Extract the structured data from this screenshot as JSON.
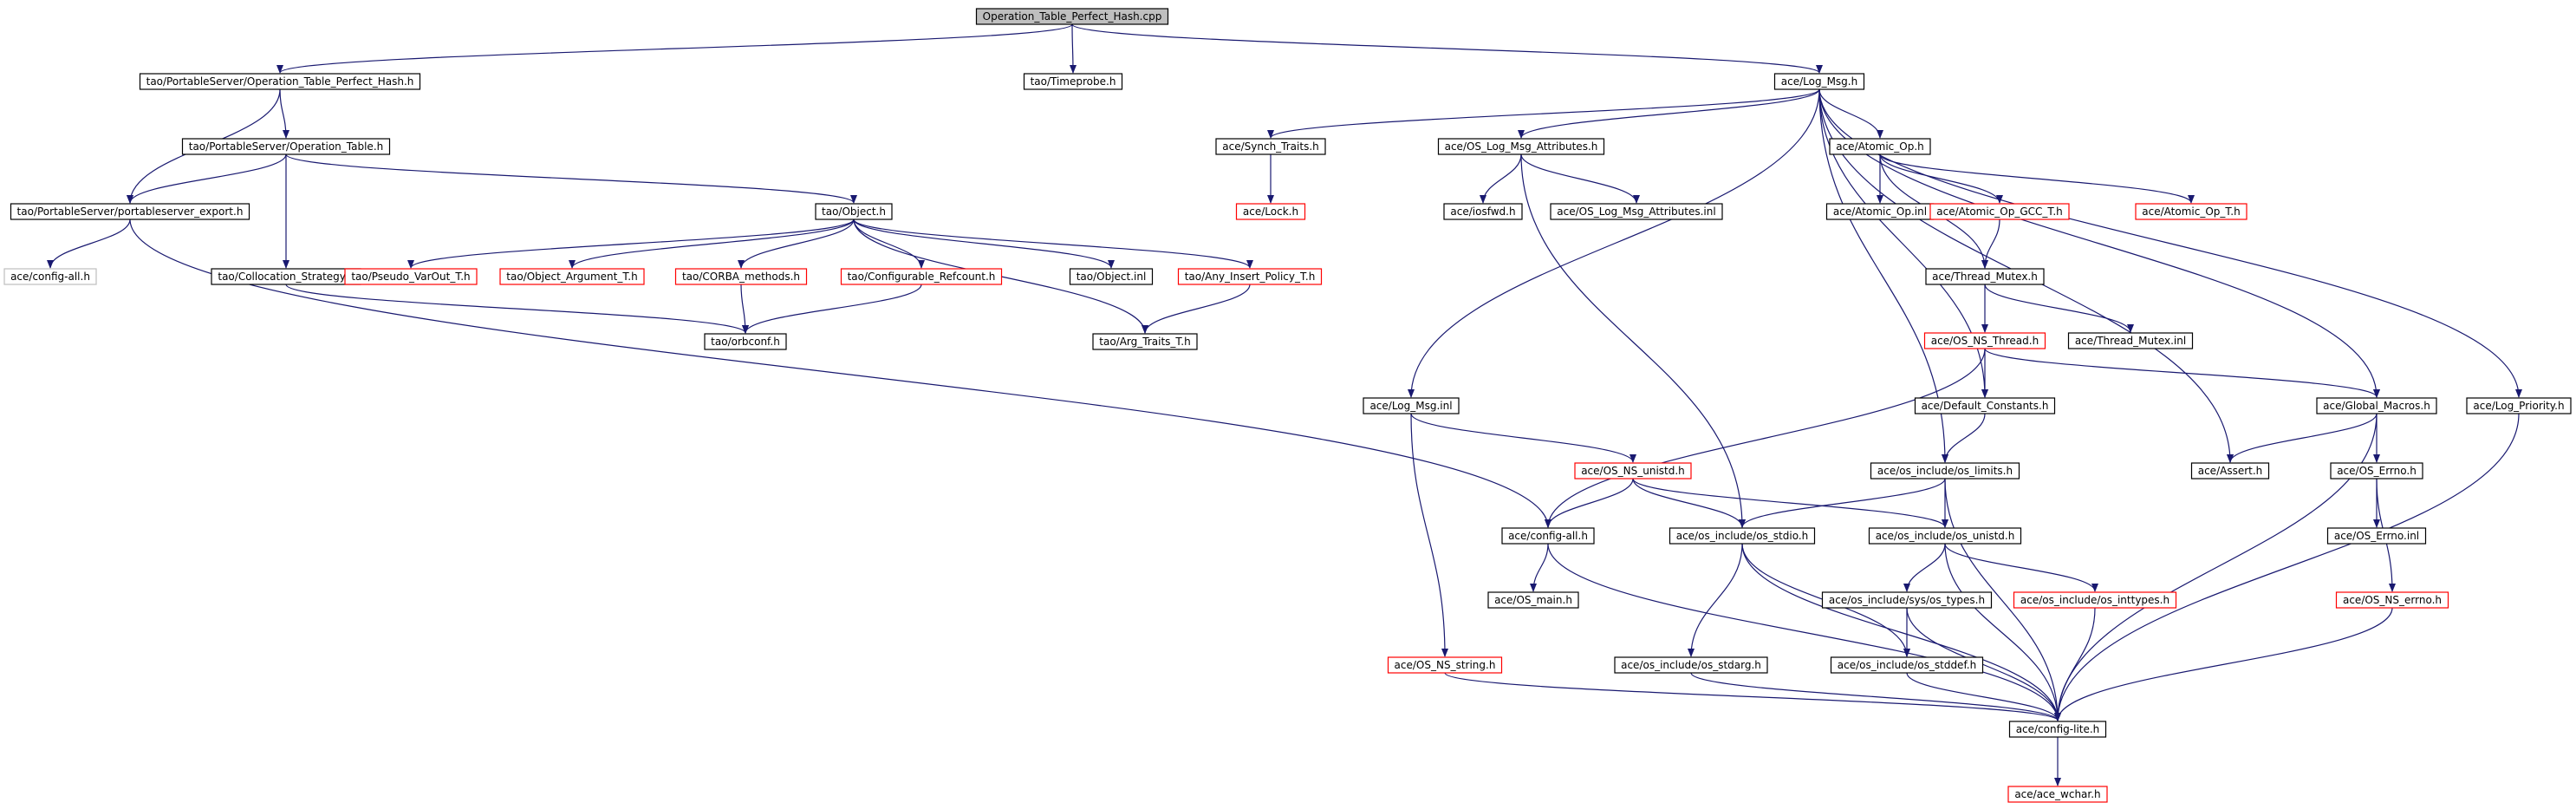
{
  "colors": {
    "edge": "#191970",
    "normal_border": "#000000",
    "truncated_border": "#ff0000",
    "missing_border": "#bfbfbf",
    "root_fill": "#bfbfbf",
    "fill": "#ffffff"
  },
  "nodes": [
    {
      "id": "root",
      "label": "Operation_Table_Perfect_Hash.cpp",
      "style": "root"
    },
    {
      "id": "ps_opt_ph",
      "label": "tao/PortableServer/Operation_Table_Perfect_Hash.h",
      "style": "normal"
    },
    {
      "id": "timeprobe",
      "label": "tao/Timeprobe.h",
      "style": "normal"
    },
    {
      "id": "log_msg",
      "label": "ace/Log_Msg.h",
      "style": "normal"
    },
    {
      "id": "ps_opt",
      "label": "tao/PortableServer/Operation_Table.h",
      "style": "normal"
    },
    {
      "id": "ps_export",
      "label": "tao/PortableServer/portableserver_export.h",
      "style": "normal"
    },
    {
      "id": "config_all_h",
      "label": "ace/config-all.h",
      "style": "missing"
    },
    {
      "id": "collocation",
      "label": "tao/Collocation_Strategy.h",
      "style": "normal"
    },
    {
      "id": "object_h",
      "label": "tao/Object.h",
      "style": "normal"
    },
    {
      "id": "pseudo_varout",
      "label": "tao/Pseudo_VarOut_T.h",
      "style": "truncated"
    },
    {
      "id": "object_argument",
      "label": "tao/Object_Argument_T.h",
      "style": "truncated"
    },
    {
      "id": "corba_methods",
      "label": "tao/CORBA_methods.h",
      "style": "truncated"
    },
    {
      "id": "configurable_refcount",
      "label": "tao/Configurable_Refcount.h",
      "style": "truncated"
    },
    {
      "id": "object_inl",
      "label": "tao/Object.inl",
      "style": "normal"
    },
    {
      "id": "any_insert",
      "label": "tao/Any_Insert_Policy_T.h",
      "style": "truncated"
    },
    {
      "id": "orbconf",
      "label": "tao/orbconf.h",
      "style": "normal"
    },
    {
      "id": "arg_traits",
      "label": "tao/Arg_Traits_T.h",
      "style": "normal"
    },
    {
      "id": "synch_traits",
      "label": "ace/Synch_Traits.h",
      "style": "normal"
    },
    {
      "id": "lock_h",
      "label": "ace/Lock.h",
      "style": "truncated"
    },
    {
      "id": "os_log_attr",
      "label": "ace/OS_Log_Msg_Attributes.h",
      "style": "normal"
    },
    {
      "id": "iosfwd",
      "label": "ace/iosfwd.h",
      "style": "normal"
    },
    {
      "id": "os_log_attr_inl",
      "label": "ace/OS_Log_Msg_Attributes.inl",
      "style": "normal"
    },
    {
      "id": "atomic_op",
      "label": "ace/Atomic_Op.h",
      "style": "normal"
    },
    {
      "id": "atomic_op_inl",
      "label": "ace/Atomic_Op.inl",
      "style": "normal"
    },
    {
      "id": "atomic_gcc",
      "label": "ace/Atomic_Op_GCC_T.h",
      "style": "truncated"
    },
    {
      "id": "atomic_op_t",
      "label": "ace/Atomic_Op_T.h",
      "style": "truncated"
    },
    {
      "id": "thread_mutex",
      "label": "ace/Thread_Mutex.h",
      "style": "normal"
    },
    {
      "id": "os_ns_thread",
      "label": "ace/OS_NS_Thread.h",
      "style": "truncated"
    },
    {
      "id": "thread_mutex_inl",
      "label": "ace/Thread_Mutex.inl",
      "style": "normal"
    },
    {
      "id": "log_msg_inl",
      "label": "ace/Log_Msg.inl",
      "style": "normal"
    },
    {
      "id": "default_constants",
      "label": "ace/Default_Constants.h",
      "style": "normal"
    },
    {
      "id": "global_macros",
      "label": "ace/Global_Macros.h",
      "style": "normal"
    },
    {
      "id": "log_priority",
      "label": "ace/Log_Priority.h",
      "style": "normal"
    },
    {
      "id": "os_ns_unistd",
      "label": "ace/OS_NS_unistd.h",
      "style": "truncated"
    },
    {
      "id": "os_limits",
      "label": "ace/os_include/os_limits.h",
      "style": "normal"
    },
    {
      "id": "assert_h",
      "label": "ace/Assert.h",
      "style": "normal"
    },
    {
      "id": "os_errno_h",
      "label": "ace/OS_Errno.h",
      "style": "normal"
    },
    {
      "id": "config_all",
      "label": "ace/config-all.h",
      "style": "normal"
    },
    {
      "id": "os_stdio",
      "label": "ace/os_include/os_stdio.h",
      "style": "normal"
    },
    {
      "id": "os_unistd",
      "label": "ace/os_include/os_unistd.h",
      "style": "normal"
    },
    {
      "id": "os_errno_inl",
      "label": "ace/OS_Errno.inl",
      "style": "normal"
    },
    {
      "id": "os_main",
      "label": "ace/OS_main.h",
      "style": "normal"
    },
    {
      "id": "os_types",
      "label": "ace/os_include/sys/os_types.h",
      "style": "normal"
    },
    {
      "id": "os_inttypes",
      "label": "ace/os_include/os_inttypes.h",
      "style": "truncated"
    },
    {
      "id": "os_ns_errno",
      "label": "ace/OS_NS_errno.h",
      "style": "truncated"
    },
    {
      "id": "os_ns_string",
      "label": "ace/OS_NS_string.h",
      "style": "truncated"
    },
    {
      "id": "os_stdarg",
      "label": "ace/os_include/os_stdarg.h",
      "style": "normal"
    },
    {
      "id": "os_stddef",
      "label": "ace/os_include/os_stddef.h",
      "style": "normal"
    },
    {
      "id": "config_lite",
      "label": "ace/config-lite.h",
      "style": "normal"
    },
    {
      "id": "ace_wchar",
      "label": "ace/ace_wchar.h",
      "style": "truncated"
    }
  ],
  "edges": [
    [
      "root",
      "ps_opt_ph"
    ],
    [
      "root",
      "timeprobe"
    ],
    [
      "root",
      "log_msg"
    ],
    [
      "ps_opt_ph",
      "ps_opt"
    ],
    [
      "ps_opt_ph",
      "ps_export"
    ],
    [
      "ps_opt",
      "ps_export"
    ],
    [
      "ps_opt",
      "collocation"
    ],
    [
      "ps_opt",
      "object_h"
    ],
    [
      "ps_export",
      "config_all_h"
    ],
    [
      "ps_export",
      "config_all"
    ],
    [
      "collocation",
      "orbconf"
    ],
    [
      "object_h",
      "pseudo_varout"
    ],
    [
      "object_h",
      "object_argument"
    ],
    [
      "object_h",
      "corba_methods"
    ],
    [
      "object_h",
      "configurable_refcount"
    ],
    [
      "object_h",
      "object_inl"
    ],
    [
      "object_h",
      "any_insert"
    ],
    [
      "object_h",
      "arg_traits"
    ],
    [
      "corba_methods",
      "orbconf"
    ],
    [
      "configurable_refcount",
      "orbconf"
    ],
    [
      "any_insert",
      "arg_traits"
    ],
    [
      "log_msg",
      "synch_traits"
    ],
    [
      "log_msg",
      "os_log_attr"
    ],
    [
      "log_msg",
      "atomic_op"
    ],
    [
      "log_msg",
      "log_msg_inl"
    ],
    [
      "log_msg",
      "os_limits"
    ],
    [
      "log_msg",
      "default_constants"
    ],
    [
      "log_msg",
      "global_macros"
    ],
    [
      "log_msg",
      "log_priority"
    ],
    [
      "log_msg",
      "assert_h"
    ],
    [
      "synch_traits",
      "lock_h"
    ],
    [
      "os_log_attr",
      "iosfwd"
    ],
    [
      "os_log_attr",
      "os_log_attr_inl"
    ],
    [
      "os_log_attr",
      "os_stdio"
    ],
    [
      "atomic_op",
      "atomic_op_inl"
    ],
    [
      "atomic_op",
      "atomic_gcc"
    ],
    [
      "atomic_op",
      "atomic_op_t"
    ],
    [
      "atomic_op",
      "thread_mutex"
    ],
    [
      "atomic_gcc",
      "thread_mutex"
    ],
    [
      "thread_mutex",
      "os_ns_thread"
    ],
    [
      "thread_mutex",
      "thread_mutex_inl"
    ],
    [
      "os_ns_thread",
      "default_constants"
    ],
    [
      "os_ns_thread",
      "global_macros"
    ],
    [
      "os_ns_thread",
      "config_all"
    ],
    [
      "default_constants",
      "os_limits"
    ],
    [
      "log_msg_inl",
      "os_ns_unistd"
    ],
    [
      "log_msg_inl",
      "os_ns_string"
    ],
    [
      "global_macros",
      "assert_h"
    ],
    [
      "global_macros",
      "os_errno_h"
    ],
    [
      "global_macros",
      "config_lite"
    ],
    [
      "log_priority",
      "config_lite"
    ],
    [
      "os_ns_unistd",
      "config_all"
    ],
    [
      "os_ns_unistd",
      "os_stdio"
    ],
    [
      "os_ns_unistd",
      "os_unistd"
    ],
    [
      "os_limits",
      "os_stdio"
    ],
    [
      "os_limits",
      "os_unistd"
    ],
    [
      "os_limits",
      "config_lite"
    ],
    [
      "os_errno_h",
      "os_errno_inl"
    ],
    [
      "os_errno_h",
      "os_ns_errno"
    ],
    [
      "config_all",
      "os_main"
    ],
    [
      "config_all",
      "config_lite"
    ],
    [
      "os_stdio",
      "os_stdarg"
    ],
    [
      "os_stdio",
      "os_stddef"
    ],
    [
      "os_stdio",
      "config_lite"
    ],
    [
      "os_unistd",
      "os_types"
    ],
    [
      "os_unistd",
      "os_inttypes"
    ],
    [
      "os_unistd",
      "config_lite"
    ],
    [
      "os_types",
      "os_stddef"
    ],
    [
      "os_types",
      "config_lite"
    ],
    [
      "os_inttypes",
      "config_lite"
    ],
    [
      "os_ns_errno",
      "config_lite"
    ],
    [
      "os_ns_string",
      "config_lite"
    ],
    [
      "os_stdarg",
      "config_lite"
    ],
    [
      "os_stddef",
      "config_lite"
    ],
    [
      "config_lite",
      "ace_wchar"
    ]
  ]
}
